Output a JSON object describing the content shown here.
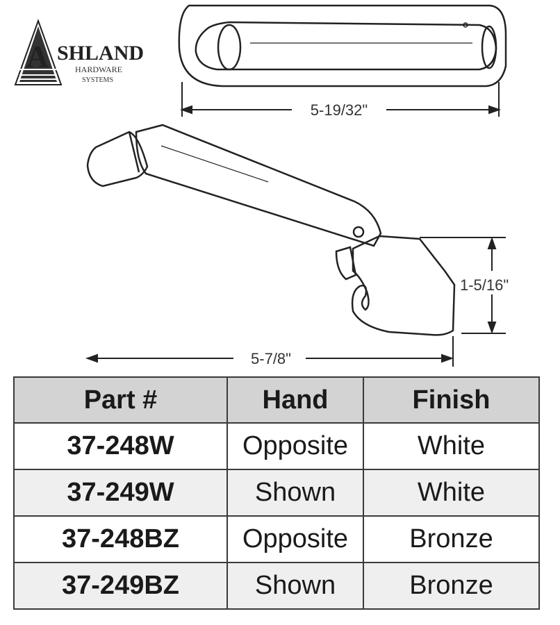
{
  "logo": {
    "initial": "A",
    "name": "SHLAND",
    "line1": "HARDWARE",
    "line2": "SYSTEMS"
  },
  "dimensions": {
    "top_width": "5-19/32\"",
    "side_height": "1-5/16\"",
    "side_length": "5-7/8\""
  },
  "table": {
    "headers": [
      "Part #",
      "Hand",
      "Finish"
    ],
    "rows": [
      {
        "part": "37-248W",
        "hand": "Opposite",
        "finish": "White"
      },
      {
        "part": "37-249W",
        "hand": "Shown",
        "finish": "White"
      },
      {
        "part": "37-248BZ",
        "hand": "Opposite",
        "finish": "Bronze"
      },
      {
        "part": "37-249BZ",
        "hand": "Shown",
        "finish": "Bronze"
      }
    ]
  }
}
